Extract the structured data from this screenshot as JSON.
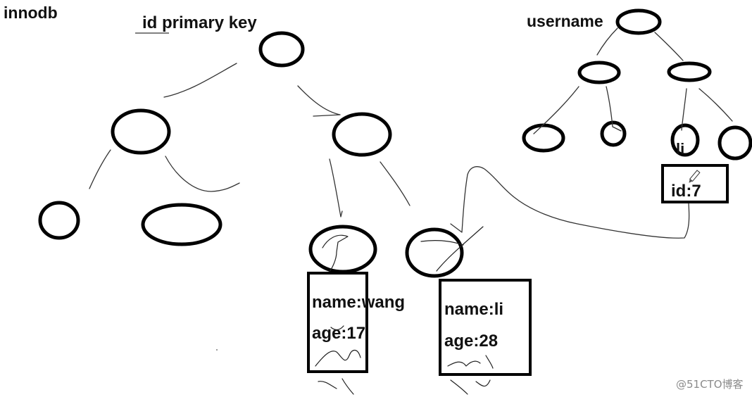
{
  "labels": {
    "engine": "innodb",
    "primary_index": "id primary key",
    "secondary_index": "username"
  },
  "records": {
    "wang": {
      "name": "name:wang",
      "age": "age:17"
    },
    "li": {
      "name": "name:li",
      "age": "age:28"
    }
  },
  "secondary_leaf": {
    "key": "li",
    "pointer": "id:7"
  },
  "watermark": "@51CTO博客",
  "colors": {
    "ink": "#000000",
    "background": "#ffffff"
  }
}
